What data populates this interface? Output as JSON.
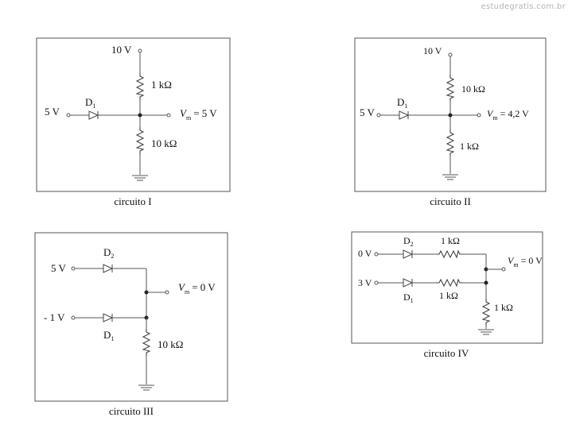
{
  "watermark": "estudegratis.com.br",
  "circuits": [
    {
      "caption": "circuito I",
      "supply_top": "10 V",
      "source_left": "5 V",
      "diode": "D",
      "diode_sub": "1",
      "resistor_top": "1 kΩ",
      "resistor_bottom": "10 kΩ",
      "vm_label": "V",
      "vm_sub": "m",
      "vm_value": "= 5 V"
    },
    {
      "caption": "circuito II",
      "supply_top": "10 V",
      "source_left": "5 V",
      "diode": "D",
      "diode_sub": "1",
      "resistor_top": "10 kΩ",
      "resistor_bottom": "1 kΩ",
      "vm_label": "V",
      "vm_sub": "m",
      "vm_value": "= 4,2 V"
    },
    {
      "caption": "circuito III",
      "source_top": "5 V",
      "source_bottom": "- 1 V",
      "diode_top": "D",
      "diode_top_sub": "2",
      "diode_bottom": "D",
      "diode_bottom_sub": "1",
      "resistor": "10 kΩ",
      "vm_label": "V",
      "vm_sub": "m",
      "vm_value": "= 0 V"
    },
    {
      "caption": "circuito IV",
      "source_top": "0 V",
      "source_bottom": "3 V",
      "diode_top": "D",
      "diode_top_sub": "2",
      "diode_bottom": "D",
      "diode_bottom_sub": "1",
      "resistor_top": "1 kΩ",
      "resistor_mid": "1 kΩ",
      "resistor_bottom": "1 kΩ",
      "vm_label": "V",
      "vm_sub": "m",
      "vm_value": "= 0 V"
    }
  ]
}
